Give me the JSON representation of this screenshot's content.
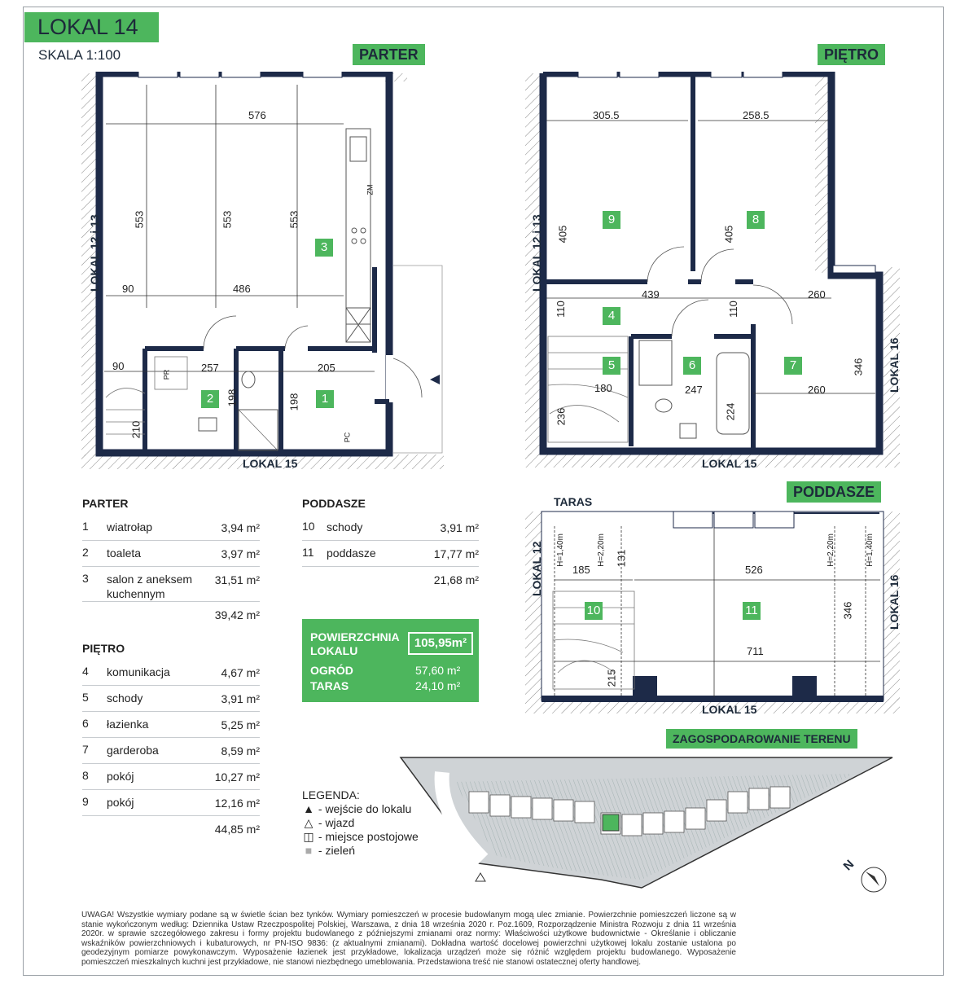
{
  "header": {
    "title": "LOKAL 14",
    "scale": "SKALA 1:100"
  },
  "sections": {
    "parter": "PARTER",
    "pietro": "PIĘTRO",
    "poddasze": "PODDASZE",
    "teren": "ZAGOSPODAROWANIE TERENU"
  },
  "neighbors": {
    "lokal_12_13": "LOKAL 12 i 13",
    "lokal_15": "LOKAL 15",
    "lokal_16": "LOKAL 16",
    "lokal_12": "LOKAL 12",
    "taras": "TARAS"
  },
  "plan_parter": {
    "dims": [
      "576",
      "553",
      "553",
      "553",
      "90",
      "486",
      "90",
      "257",
      "205",
      "198",
      "198",
      "210"
    ],
    "rooms": [
      "1",
      "2",
      "3"
    ],
    "fixtures": {
      "pr": "PR",
      "zm": "ZM",
      "pc": "PC"
    }
  },
  "plan_pietro": {
    "dims": [
      "305.5",
      "258.5",
      "405",
      "405",
      "439",
      "110",
      "110",
      "260",
      "180",
      "247",
      "260",
      "346",
      "236",
      "224"
    ],
    "rooms": [
      "4",
      "5",
      "6",
      "7",
      "8",
      "9"
    ]
  },
  "plan_poddasze": {
    "dims": [
      "185",
      "131",
      "526",
      "711",
      "346",
      "215"
    ],
    "heights": [
      "H=1,40m",
      "H=2,20m",
      "H=2,20m",
      "H=1,40m"
    ],
    "rooms": [
      "10",
      "11"
    ]
  },
  "tables": {
    "parter": {
      "heading": "PARTER",
      "rows": [
        {
          "n": "1",
          "name": "wiatrołap",
          "area": "3,94 m²"
        },
        {
          "n": "2",
          "name": "toaleta",
          "area": "3,97 m²"
        },
        {
          "n": "3",
          "name": "salon z aneksem kuchennym",
          "area": "31,51 m²"
        }
      ],
      "sum": "39,42 m²"
    },
    "pietro": {
      "heading": "PIĘTRO",
      "rows": [
        {
          "n": "4",
          "name": "komunikacja",
          "area": "4,67 m²"
        },
        {
          "n": "5",
          "name": "schody",
          "area": "3,91 m²"
        },
        {
          "n": "6",
          "name": "łazienka",
          "area": "5,25 m²"
        },
        {
          "n": "7",
          "name": "garderoba",
          "area": "8,59 m²"
        },
        {
          "n": "8",
          "name": "pokój",
          "area": "10,27 m²"
        },
        {
          "n": "9",
          "name": "pokój",
          "area": "12,16 m²"
        }
      ],
      "sum": "44,85 m²"
    },
    "poddasze": {
      "heading": "PODDASZE",
      "rows": [
        {
          "n": "10",
          "name": "schody",
          "area": "3,91 m²"
        },
        {
          "n": "11",
          "name": "poddasze",
          "area": "17,77 m²"
        }
      ],
      "sum": "21,68 m²"
    }
  },
  "totals": {
    "label_pow": "POWIERZCHNIA",
    "label_lok": "LOKALU",
    "value_pow": "105,95m²",
    "label_ogrod": "OGRÓD",
    "value_ogrod": "57,60 m²",
    "label_taras": "TARAS",
    "value_taras": "24,10 m²"
  },
  "legend": {
    "title": "LEGENDA:",
    "items": [
      {
        "icon": "filled-triangle-icon",
        "glyph": "▲",
        "text": "- wejście do lokalu"
      },
      {
        "icon": "outline-triangle-icon",
        "glyph": "△",
        "text": "- wjazd"
      },
      {
        "icon": "parking-icon",
        "glyph": "◫",
        "text": "- miejsce postojowe"
      },
      {
        "icon": "green-area-icon",
        "glyph": "■",
        "text": "- zieleń"
      }
    ]
  },
  "compass": "N",
  "note": "UWAGA! Wszystkie wymiary podane są w świetle ścian bez tynków. Wymiary pomieszczeń w procesie budowlanym mogą ulec zmianie. Powierzchnie pomieszczeń liczone są w stanie wykończonym według: Dziennika Ustaw Rzeczpospolitej Polskiej, Warszawa, z dnia 18 września 2020 r. Poz.1609, Rozporządzenie Ministra Rozwoju z dnia 11 września 2020r. w sprawie szczegółowego zakresu i formy projektu budowlanego z późniejszymi zmianami oraz normy: Właściwości użytkowe budownictwie - Określanie i obliczanie wskaźników powierzchniowych i kubaturowych, nr PN-ISO 9836: (z aktualnymi zmianami). Dokładna wartość docelowej powierzchni użytkowej lokalu zostanie ustalona po geodezyjnym pomiarze powykonawczym. Wyposażenie łazienek jest przykładowe, lokalizacja urządzeń może się różnić względem projektu budowlanego. Wyposażenie pomieszczeń mieszkalnych kuchni jest przykładowe, nie stanowi niezbędnego umeblowania. Przedstawiona treść nie stanowi ostatecznej oferty handlowej.",
  "colors": {
    "accent": "#4db65d",
    "wall": "#1d2a48",
    "text": "#1d2a3a"
  }
}
